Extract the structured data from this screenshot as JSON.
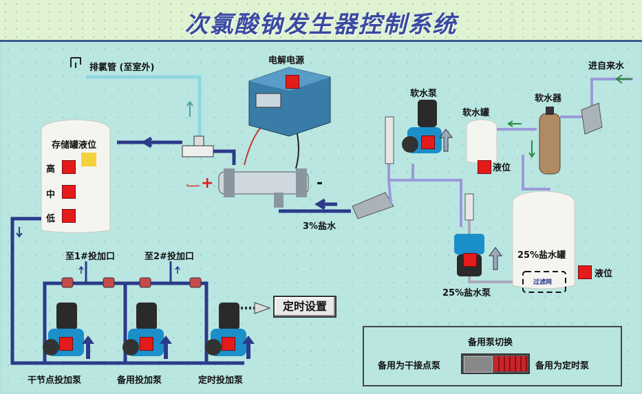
{
  "title": "次氯酸钠发生器控制系统",
  "labels": {
    "exhaust": "排氯管 (至室外)",
    "power": "电解电源",
    "inlet": "进自来水",
    "softener": "软水器",
    "softener_pump": "软水泵",
    "soft_tank": "软水罐",
    "soft_tank_level": "液位",
    "storage_level": "存储罐液位",
    "high": "高",
    "mid": "中",
    "low": "低",
    "brine3": "3%盐水",
    "port1": "至1#投加口",
    "port2": "至2#投加口",
    "brine_tank": "25%盐水罐",
    "brine_tank_level": "液位",
    "filter": "过滤网",
    "brine_pump": "25%盐水泵",
    "dry_pump": "干节点投加泵",
    "backup_pump": "备用投加泵",
    "timer_pump": "定时投加泵",
    "timer_button": "定时设置",
    "switch_title": "备用泵切换",
    "switch_left": "备用为干接点泵",
    "switch_right": "备用为定时泵",
    "plus": "+",
    "minus": "-"
  },
  "colors": {
    "alarm": "#e31b1b",
    "pipe": "#2b3a8a",
    "water": "#8fd7e0"
  }
}
